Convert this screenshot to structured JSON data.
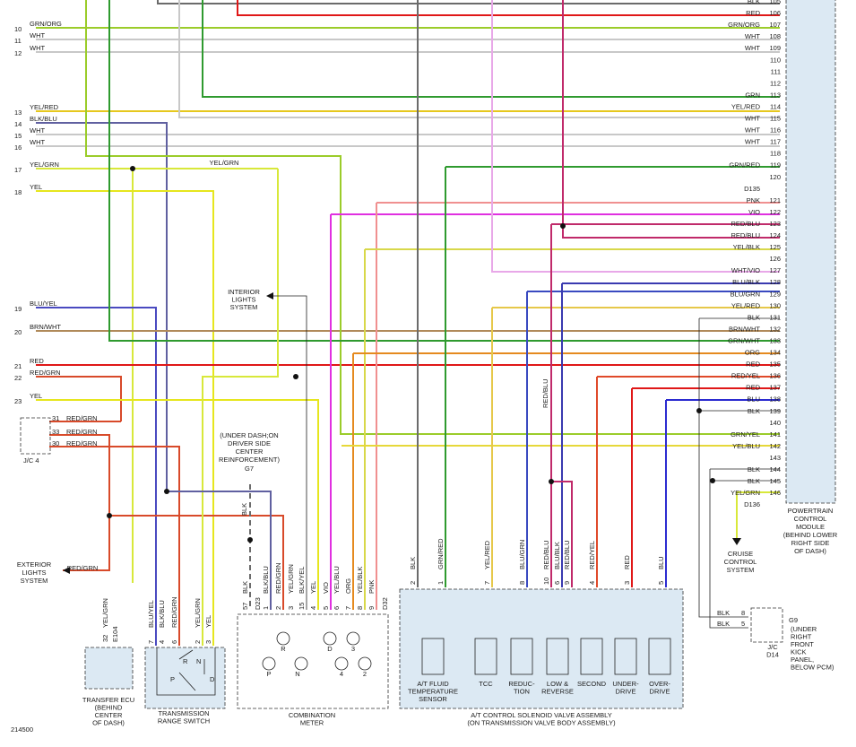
{
  "colors": {
    "blk": "#6b6b6b",
    "red": "#e01818",
    "grn": "#2f9a2f",
    "org": "#e58a1f",
    "wht": "#c8c8c8",
    "yel": "#e6e61e",
    "blu": "#2b2bd0",
    "vio": "#e030e0",
    "pnk": "#f09090",
    "brn": "#9a6a3a",
    "ltgrn": "#8ed08e",
    "pcm_fill": "#dce9f3"
  },
  "left_pins": [
    {
      "pin": "10",
      "label": "GRN/ORG"
    },
    {
      "pin": "11",
      "label": "WHT"
    },
    {
      "pin": "12",
      "label": "WHT"
    },
    {
      "pin": "13",
      "label": "YEL/RED"
    },
    {
      "pin": "14",
      "label": "BLK/BLU"
    },
    {
      "pin": "15",
      "label": "WHT"
    },
    {
      "pin": "16",
      "label": "WHT"
    },
    {
      "pin": "17",
      "label": "YEL/GRN"
    },
    {
      "pin": "18",
      "label": "YEL"
    },
    {
      "pin": "19",
      "label": "BLU/YEL"
    },
    {
      "pin": "20",
      "label": "BRN/WHT"
    },
    {
      "pin": "21",
      "label": "RED"
    },
    {
      "pin": "22",
      "label": "RED/GRN"
    },
    {
      "pin": "23",
      "label": "YEL"
    }
  ],
  "pcm_pins": [
    {
      "label": "BLK",
      "pin": "105"
    },
    {
      "label": "RED",
      "pin": "106"
    },
    {
      "label": "GRN/ORG",
      "pin": "107"
    },
    {
      "label": "WHT",
      "pin": "108"
    },
    {
      "label": "WHT",
      "pin": "109"
    },
    {
      "label": "",
      "pin": "110"
    },
    {
      "label": "",
      "pin": "111"
    },
    {
      "label": "",
      "pin": "112"
    },
    {
      "label": "GRN",
      "pin": "113"
    },
    {
      "label": "YEL/RED",
      "pin": "114"
    },
    {
      "label": "WHT",
      "pin": "115"
    },
    {
      "label": "WHT",
      "pin": "116"
    },
    {
      "label": "WHT",
      "pin": "117"
    },
    {
      "label": "",
      "pin": "118"
    },
    {
      "label": "GRN/RED",
      "pin": "119"
    },
    {
      "label": "",
      "pin": "120"
    },
    {
      "label": "D135",
      "pin": ""
    },
    {
      "label": "PNK",
      "pin": "121"
    },
    {
      "label": "VIO",
      "pin": "122"
    },
    {
      "label": "RED/BLU",
      "pin": "123"
    },
    {
      "label": "RED/BLU",
      "pin": "124"
    },
    {
      "label": "YEL/BLK",
      "pin": "125"
    },
    {
      "label": "",
      "pin": "126"
    },
    {
      "label": "WHT/VIO",
      "pin": "127"
    },
    {
      "label": "BLU/BLK",
      "pin": "128"
    },
    {
      "label": "BLU/GRN",
      "pin": "129"
    },
    {
      "label": "YEL/RED",
      "pin": "130"
    },
    {
      "label": "BLK",
      "pin": "131"
    },
    {
      "label": "BRN/WHT",
      "pin": "132"
    },
    {
      "label": "GRN/WHT",
      "pin": "133"
    },
    {
      "label": "ORG",
      "pin": "134"
    },
    {
      "label": "RED",
      "pin": "135"
    },
    {
      "label": "RED/YEL",
      "pin": "136"
    },
    {
      "label": "RED",
      "pin": "137"
    },
    {
      "label": "BLU",
      "pin": "138"
    },
    {
      "label": "BLK",
      "pin": "139"
    },
    {
      "label": "",
      "pin": "140"
    },
    {
      "label": "GRN/YEL",
      "pin": "141"
    },
    {
      "label": "YEL/BLU",
      "pin": "142"
    },
    {
      "label": "",
      "pin": "143"
    },
    {
      "label": "BLK",
      "pin": "144"
    },
    {
      "label": "BLK",
      "pin": "145"
    },
    {
      "label": "YEL/GRN",
      "pin": "146"
    },
    {
      "label": "D136",
      "pin": ""
    }
  ],
  "pcm_caption": [
    "POWERTRAIN",
    "CONTROL",
    "MODULE",
    "(BEHIND LOWER",
    "RIGHT SIDE",
    "OF DASH)"
  ],
  "jc4": {
    "name": "J/C 4",
    "pins": [
      {
        "pin": "31",
        "label": "RED/GRN"
      },
      {
        "pin": "33",
        "label": "RED/GRN"
      },
      {
        "pin": "30",
        "label": "RED/GRN"
      }
    ]
  },
  "labels": {
    "interior_lights": [
      "INTERIOR",
      "LIGHTS",
      "SYSTEM"
    ],
    "yel_grn_mid": "YEL/GRN",
    "under_dash": [
      "(UNDER DASH;ON",
      "DRIVER SIDE",
      "CENTER",
      "REINFORCEMENT)"
    ],
    "g7": "G7",
    "g7_blk": "BLK",
    "exterior_lights": [
      "EXTERIOR",
      "LIGHTS",
      "SYSTEM"
    ],
    "ext_red_grn": "RED/GRN",
    "red_blu_vert": "RED/BLU",
    "cruise": [
      "CRUISE",
      "CONTROL",
      "SYSTEM"
    ],
    "diagram_id": "214500"
  },
  "transfer_ecu": {
    "caption": [
      "TRANSFER ECU",
      "(BEHIND",
      "CENTER",
      "OF DASH)"
    ],
    "pin": "32",
    "conn": "E104",
    "wire": "YEL/GRN"
  },
  "trs": {
    "caption": [
      "TRANSMISSION",
      "RANGE SWITCH"
    ],
    "pins": [
      {
        "pin": "7",
        "wire": "BLU/YEL"
      },
      {
        "pin": "4",
        "wire": "BLK/BLU"
      },
      {
        "pin": "6",
        "wire": "RED/GRN"
      },
      {
        "pin": "2",
        "wire": "YEL/GRN"
      },
      {
        "pin": "3",
        "wire": "YEL"
      }
    ],
    "positions": [
      "R",
      "N",
      "P",
      "D"
    ]
  },
  "comb_meter": {
    "caption": [
      "COMBINATION",
      "METER"
    ],
    "conn_top": "D23",
    "conn_bot": "D32",
    "pins": [
      {
        "pin": "57",
        "wire": "BLK"
      },
      {
        "pin": "1",
        "wire": "BLK/BLU"
      },
      {
        "pin": "2",
        "wire": "RED/GRN"
      },
      {
        "pin": "3",
        "wire": "YEL/GRN"
      },
      {
        "pin": "15",
        "wire": "BLK/YEL"
      },
      {
        "pin": "4",
        "wire": "YEL"
      },
      {
        "pin": "5",
        "wire": "VIO"
      },
      {
        "pin": "6",
        "wire": "YEL/BLU"
      },
      {
        "pin": "7",
        "wire": "ORG"
      },
      {
        "pin": "8",
        "wire": "YEL/BLK"
      },
      {
        "pin": "9",
        "wire": "PNK"
      }
    ],
    "lamps": [
      "P",
      "R",
      "N",
      "D",
      "4",
      "3",
      "2"
    ]
  },
  "solenoid": {
    "caption": [
      "A/T CONTROL SOLENOID VALVE ASSEMBLY",
      "(ON TRANSMISSION VALVE BODY ASSEMBLY)"
    ],
    "pins": [
      {
        "pin": "2",
        "wire": "BLK"
      },
      {
        "pin": "1",
        "wire": "GRN/RED"
      },
      {
        "pin": "7",
        "wire": "YEL/RED"
      },
      {
        "pin": "8",
        "wire": "BLU/GRN"
      },
      {
        "pin": "10",
        "wire": "RED/BLU"
      },
      {
        "pin": "6",
        "wire": "BLU/BLK"
      },
      {
        "pin": "9",
        "wire": "RED/BLU"
      },
      {
        "pin": "4",
        "wire": "RED/YEL"
      },
      {
        "pin": "3",
        "wire": "RED"
      },
      {
        "pin": "5",
        "wire": "BLU"
      }
    ],
    "items": [
      [
        "A/T FLUID",
        "TEMPERATURE",
        "SENSOR"
      ],
      [
        "TCC"
      ],
      [
        "REDUC-",
        "TION"
      ],
      [
        "LOW &",
        "REVERSE"
      ],
      [
        "SECOND"
      ],
      [
        "UNDER-",
        "DRIVE"
      ],
      [
        "OVER-",
        "DRIVE"
      ]
    ]
  },
  "jc_d14": {
    "name": [
      "J/C",
      "D14"
    ],
    "pins": [
      {
        "pin": "8",
        "wire": "BLK"
      },
      {
        "pin": "5",
        "wire": "BLK"
      }
    ],
    "ground": "G9",
    "ground_note": [
      "(UNDER",
      "RIGHT",
      "FRONT",
      "KICK",
      "PANEL,",
      "BELOW PCM)"
    ]
  }
}
